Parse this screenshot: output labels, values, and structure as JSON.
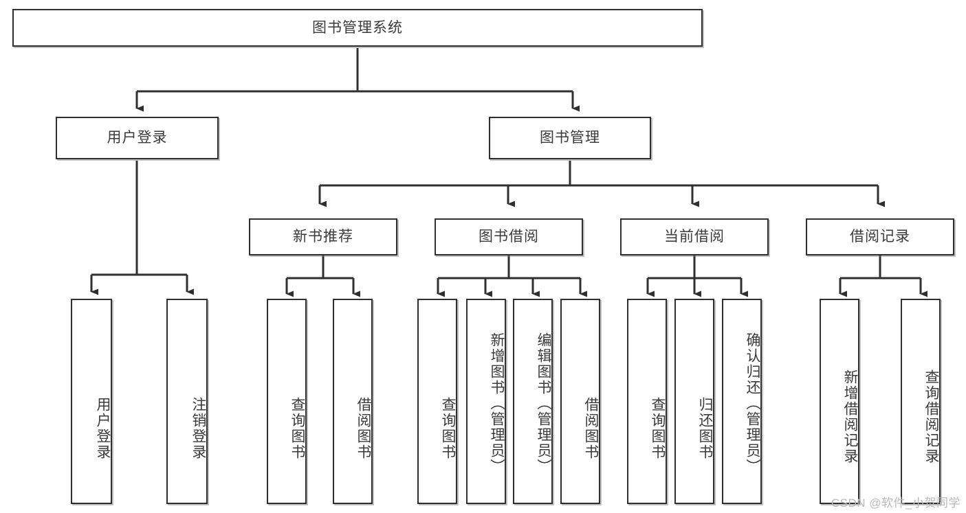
{
  "diagram": {
    "title": "图书管理系统",
    "type": "tree-hierarchy",
    "watermark": "CSDN @软件_小贺同学",
    "edge_color": "#2f2f2f",
    "node_border_color": "#2f2f2f",
    "node_fill_color": "#ffffff",
    "text_color": "#3a3a3a"
  },
  "nodes": {
    "root": {
      "label": "图书管理系统",
      "level": 1,
      "orientation": "horizontal"
    },
    "level2": [
      {
        "id": "user-login",
        "label": "用户登录",
        "orientation": "horizontal"
      },
      {
        "id": "book-management",
        "label": "图书管理",
        "orientation": "horizontal"
      }
    ],
    "level3": [
      {
        "id": "new-book-recommend",
        "label": "新书推荐",
        "orientation": "horizontal"
      },
      {
        "id": "book-borrow",
        "label": "图书借阅",
        "orientation": "horizontal"
      },
      {
        "id": "current-borrow",
        "label": "当前借阅",
        "orientation": "horizontal"
      },
      {
        "id": "borrow-record",
        "label": "借阅记录",
        "orientation": "horizontal"
      }
    ],
    "leaves": [
      {
        "id": "leaf-user-login",
        "label": "用户登录",
        "parent": "user-login",
        "orientation": "vertical"
      },
      {
        "id": "leaf-logout",
        "label": "注销登录",
        "parent": "user-login",
        "orientation": "vertical"
      },
      {
        "id": "leaf-query-book-1",
        "label": "查询图书",
        "parent": "new-book-recommend",
        "orientation": "vertical"
      },
      {
        "id": "leaf-borrow-book-1",
        "label": "借阅图书",
        "parent": "new-book-recommend",
        "orientation": "vertical"
      },
      {
        "id": "leaf-query-book-2",
        "label": "查询图书",
        "parent": "book-borrow",
        "orientation": "vertical"
      },
      {
        "id": "leaf-add-book",
        "label": "新增图书（管理员）",
        "parent": "book-borrow",
        "orientation": "vertical"
      },
      {
        "id": "leaf-edit-book",
        "label": "编辑图书（管理员）",
        "parent": "book-borrow",
        "orientation": "vertical"
      },
      {
        "id": "leaf-borrow-book-2",
        "label": "借阅图书",
        "parent": "book-borrow",
        "orientation": "vertical"
      },
      {
        "id": "leaf-query-book-3",
        "label": "查询图书",
        "parent": "current-borrow",
        "orientation": "vertical"
      },
      {
        "id": "leaf-return-book",
        "label": "归还图书",
        "parent": "current-borrow",
        "orientation": "vertical"
      },
      {
        "id": "leaf-confirm-return",
        "label": "确认归还（管理员）",
        "parent": "current-borrow",
        "orientation": "vertical"
      },
      {
        "id": "leaf-add-record",
        "label": "新增借阅记录",
        "parent": "borrow-record",
        "orientation": "vertical"
      },
      {
        "id": "leaf-query-record",
        "label": "查询借阅记录",
        "parent": "borrow-record",
        "orientation": "vertical"
      }
    ]
  }
}
